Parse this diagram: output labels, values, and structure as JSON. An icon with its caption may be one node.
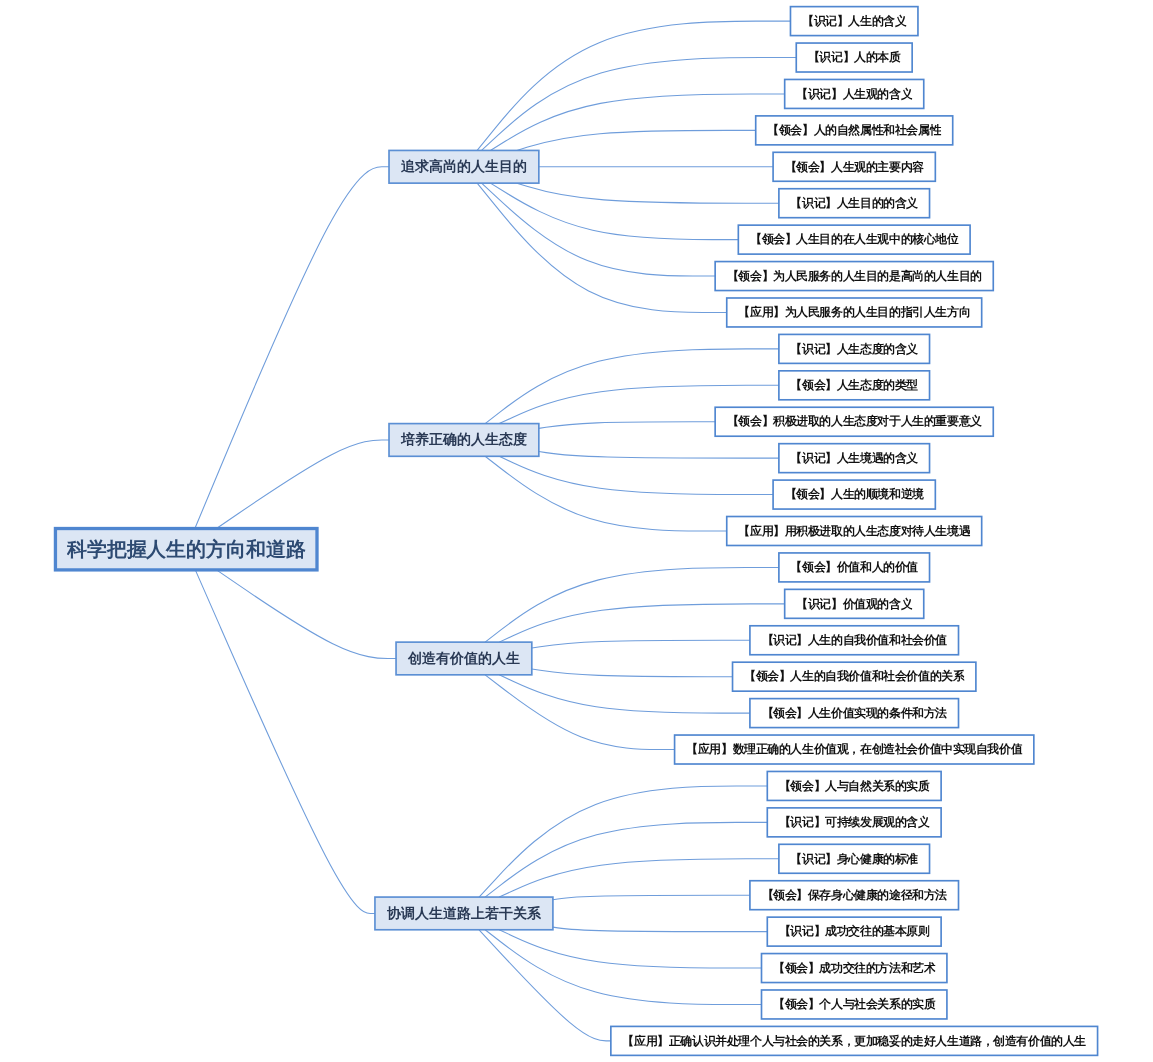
{
  "diagram": {
    "nodes": [
      {
        "text": [
          "科学把握人生的方向和道路"
        ]
      },
      {
        "text": [
          "追求高尚的人生目的"
        ]
      },
      {
        "text": [
          "【识记】人生的含义"
        ]
      },
      {
        "text": [
          "【识记】人的本质"
        ]
      },
      {
        "text": [
          "【识记】人生观的含义"
        ]
      },
      {
        "text": [
          "【领会】人的自然属性和社会属性"
        ]
      },
      {
        "text": [
          "【领会】人生观的主要内容"
        ]
      },
      {
        "text": [
          "【识记】人生目的的含义"
        ]
      },
      {
        "text": [
          "【领会】人生目的在人生观中的核心地位"
        ]
      },
      {
        "text": [
          "【领会】为人民服务的人生目的是高尚的人生目的"
        ]
      },
      {
        "text": [
          "【应用】为人民服务的人生目的指引人生方向"
        ]
      },
      {
        "text": [
          "培养正确的人生态度"
        ]
      },
      {
        "text": [
          "【识记】人生态度的含义"
        ]
      },
      {
        "text": [
          "【领会】人生态度的类型"
        ]
      },
      {
        "text": [
          "【领会】积极进取的人生态度对于人生的重要意义"
        ]
      },
      {
        "text": [
          "【识记】人生境遇的含义"
        ]
      },
      {
        "text": [
          "【领会】人生的顺境和逆境"
        ]
      },
      {
        "text": [
          "【应用】用积极进取的人生态度对待人生境遇"
        ]
      },
      {
        "text": [
          "创造有价值的人生"
        ]
      },
      {
        "text": [
          "【领会】价值和人的价值"
        ]
      },
      {
        "text": [
          "【识记】价值观的含义"
        ]
      },
      {
        "text": [
          "【识记】人生的自我价值和社会价值"
        ]
      },
      {
        "text": [
          "【领会】人生的自我价值和社会价值的关系"
        ]
      },
      {
        "text": [
          "【领会】人生价值实现的条件和方法"
        ]
      },
      {
        "text": [
          "【应用】数理正确的人生价值观，在创造社会价值中实现自我价值"
        ]
      },
      {
        "text": [
          "协调人生道路上若干关系"
        ]
      },
      {
        "text": [
          "【领会】人与自然关系的实质"
        ]
      },
      {
        "text": [
          "【识记】可持续发展观的含义"
        ]
      },
      {
        "text": [
          "【识记】身心健康的标准"
        ]
      },
      {
        "text": [
          "【领会】保存身心健康的途径和方法"
        ]
      },
      {
        "text": [
          "【识记】成功交往的基本原则"
        ]
      },
      {
        "text": [
          "【领会】成功交往的方法和艺术"
        ]
      },
      {
        "text": [
          "【领会】个人与社会关系的实质"
        ]
      },
      {
        "text": [
          "【应用】正确认识并处理个人与社会的关系，更加稳妥的走好人生道路，创造有价值的人生"
        ]
      }
    ],
    "edges": [
      {
        "from": 0,
        "to": 1,
        "arrow": "none"
      },
      {
        "from": 0,
        "to": 11,
        "arrow": "none"
      },
      {
        "from": 0,
        "to": 18,
        "arrow": "none"
      },
      {
        "from": 0,
        "to": 25,
        "arrow": "none"
      },
      {
        "from": 1,
        "to": 2,
        "arrow": "none"
      },
      {
        "from": 1,
        "to": 3,
        "arrow": "none"
      },
      {
        "from": 1,
        "to": 4,
        "arrow": "none"
      },
      {
        "from": 1,
        "to": 5,
        "arrow": "none"
      },
      {
        "from": 1,
        "to": 6,
        "arrow": "none"
      },
      {
        "from": 1,
        "to": 7,
        "arrow": "none"
      },
      {
        "from": 1,
        "to": 8,
        "arrow": "none"
      },
      {
        "from": 1,
        "to": 9,
        "arrow": "none"
      },
      {
        "from": 1,
        "to": 10,
        "arrow": "none"
      },
      {
        "from": 11,
        "to": 12,
        "arrow": "none"
      },
      {
        "from": 11,
        "to": 13,
        "arrow": "none"
      },
      {
        "from": 11,
        "to": 14,
        "arrow": "none"
      },
      {
        "from": 11,
        "to": 15,
        "arrow": "none"
      },
      {
        "from": 11,
        "to": 16,
        "arrow": "none"
      },
      {
        "from": 11,
        "to": 17,
        "arrow": "none"
      },
      {
        "from": 18,
        "to": 19,
        "arrow": "none"
      },
      {
        "from": 18,
        "to": 20,
        "arrow": "none"
      },
      {
        "from": 18,
        "to": 21,
        "arrow": "none"
      },
      {
        "from": 18,
        "to": 22,
        "arrow": "none"
      },
      {
        "from": 18,
        "to": 23,
        "arrow": "none"
      },
      {
        "from": 18,
        "to": 24,
        "arrow": "none"
      },
      {
        "from": 25,
        "to": 26,
        "arrow": "none"
      },
      {
        "from": 25,
        "to": 27,
        "arrow": "none"
      },
      {
        "from": 25,
        "to": 28,
        "arrow": "none"
      },
      {
        "from": 25,
        "to": 29,
        "arrow": "none"
      },
      {
        "from": 25,
        "to": 30,
        "arrow": "none"
      },
      {
        "from": 25,
        "to": 31,
        "arrow": "none"
      },
      {
        "from": 25,
        "to": 32,
        "arrow": "none"
      },
      {
        "from": 25,
        "to": 33,
        "arrow": "none"
      }
    ]
  }
}
